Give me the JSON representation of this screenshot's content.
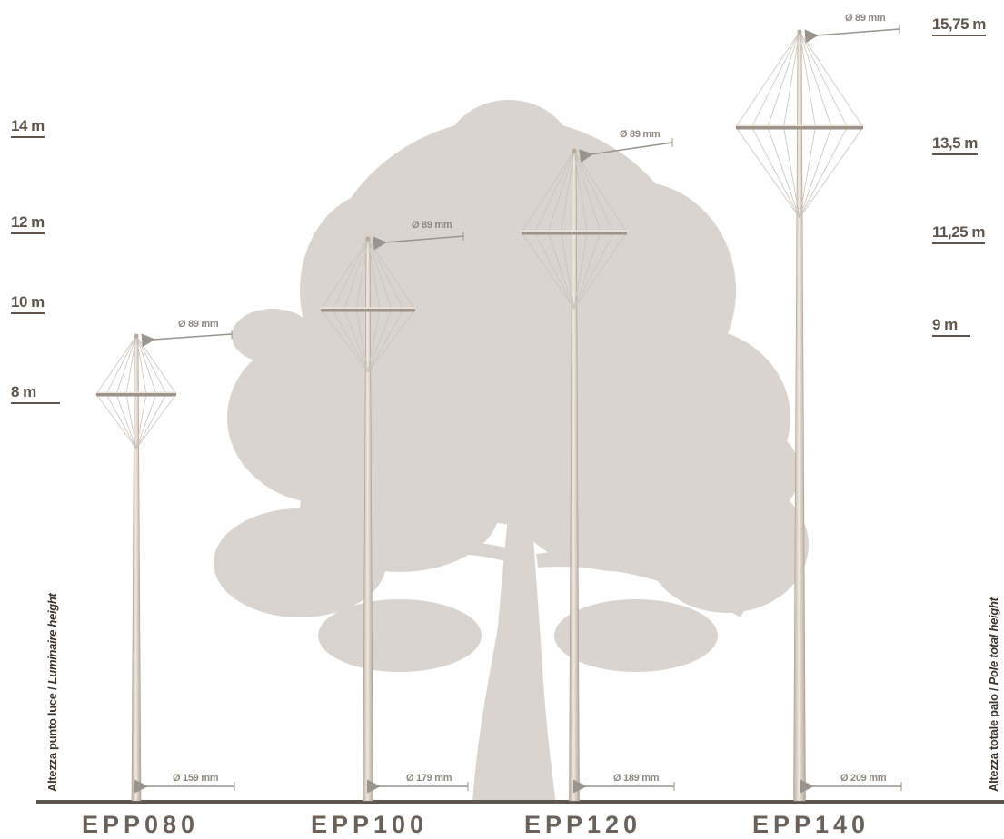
{
  "left_axis": {
    "title": "Altezza punto luce",
    "title_en": "Luminaire height",
    "labels": [
      "14 m",
      "12 m",
      "10 m",
      "8 m"
    ]
  },
  "right_axis": {
    "title": "Altezza totale palo",
    "title_en": "Pole total height",
    "labels": [
      "15,75 m",
      "13,5 m",
      "11,25 m",
      "9 m"
    ]
  },
  "poles": [
    {
      "model": "EPP080",
      "top_diameter": "Ø 89 mm",
      "base_diameter": "Ø 159 mm",
      "luminaire_height_m": 8,
      "total_height_m": 9
    },
    {
      "model": "EPP100",
      "top_diameter": "Ø 89 mm",
      "base_diameter": "Ø 179 mm",
      "luminaire_height_m": 10,
      "total_height_m": 11.25
    },
    {
      "model": "EPP120",
      "top_diameter": "Ø 89 mm",
      "base_diameter": "Ø 189 mm",
      "luminaire_height_m": 12,
      "total_height_m": 13.5
    },
    {
      "model": "EPP140",
      "top_diameter": "Ø 89 mm",
      "base_diameter": "Ø 209 mm",
      "luminaire_height_m": 14,
      "total_height_m": 15.75
    }
  ],
  "colors": {
    "tree": "#d9d4cf",
    "pole": "#cbbfb3",
    "ground": "#5e5750",
    "label": "#5e554d",
    "arrow": "#9a948e"
  }
}
